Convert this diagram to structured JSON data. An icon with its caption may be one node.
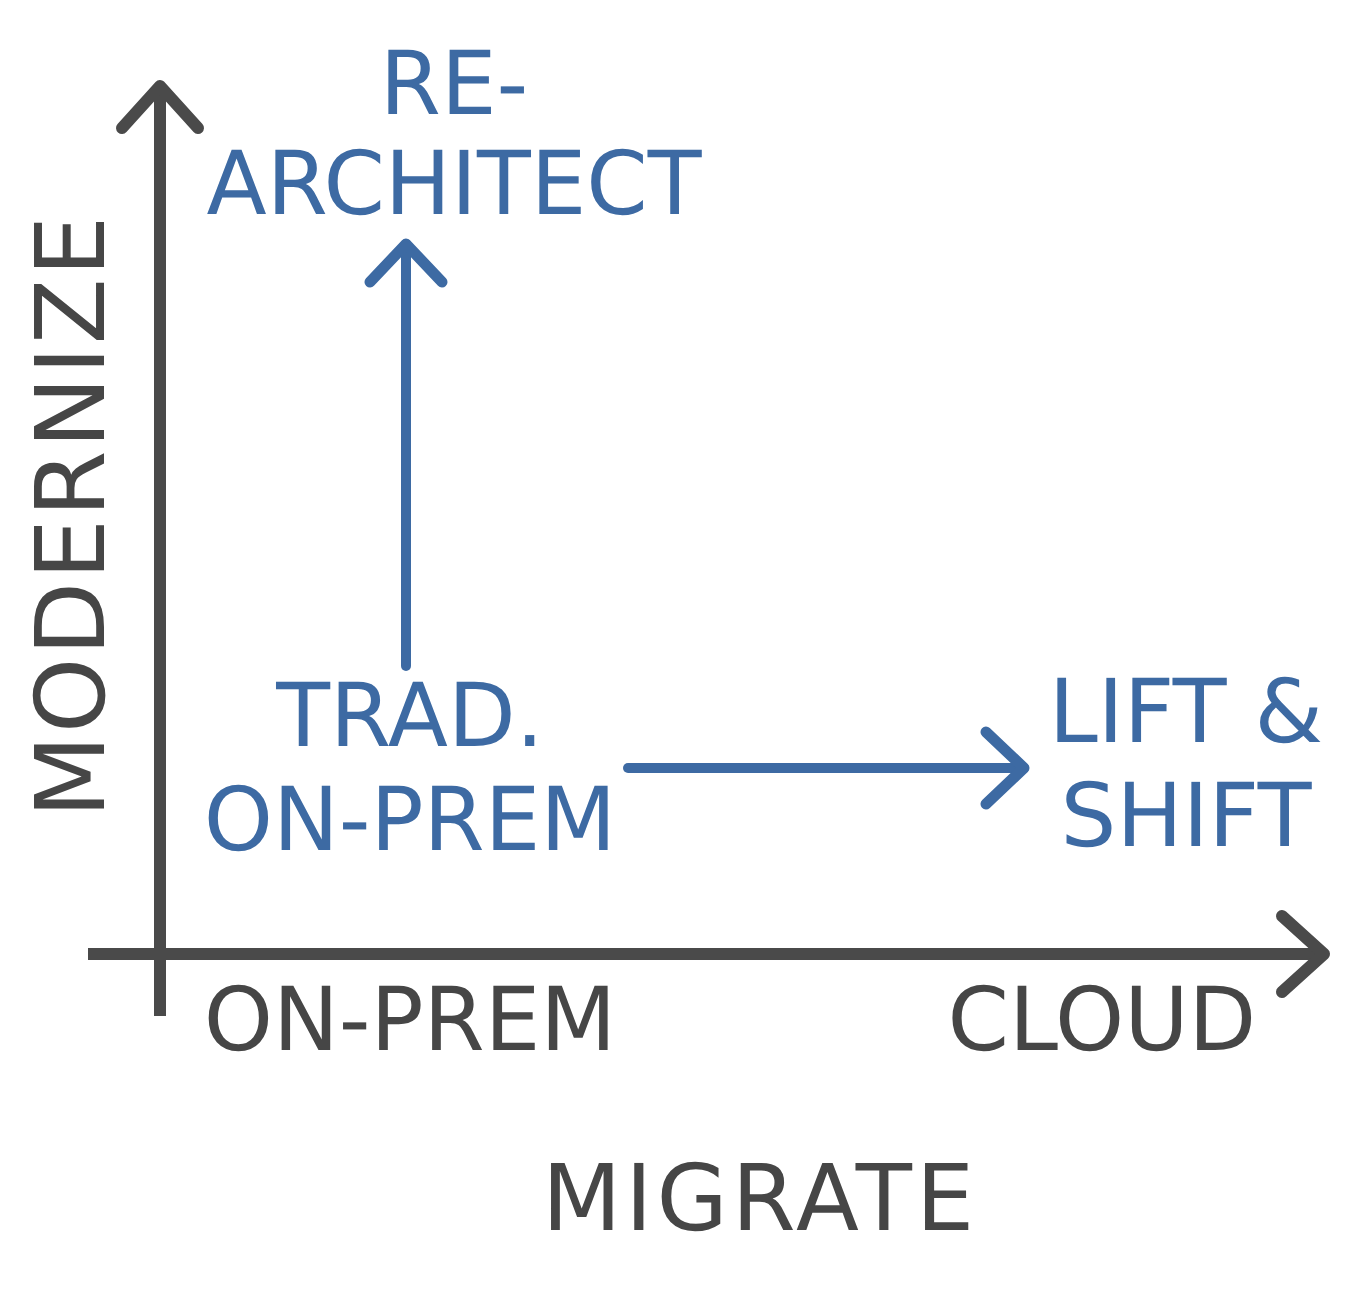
{
  "diagram": {
    "nodes": [
      {
        "text": [
          "RE- ARCHITECT"
        ]
      },
      {
        "text": [
          "TRAD. ON-PREM"
        ]
      },
      {
        "text": [
          "LIFT & SHIFT"
        ]
      }
    ],
    "edges": [
      {
        "from": 1,
        "to": 0,
        "arrow": "to"
      },
      {
        "from": 1,
        "to": 2,
        "arrow": "to"
      }
    ],
    "labels": [
      "MODERNIZE",
      "ON-PREM",
      "CLOUD",
      "MIGRATE"
    ]
  }
}
